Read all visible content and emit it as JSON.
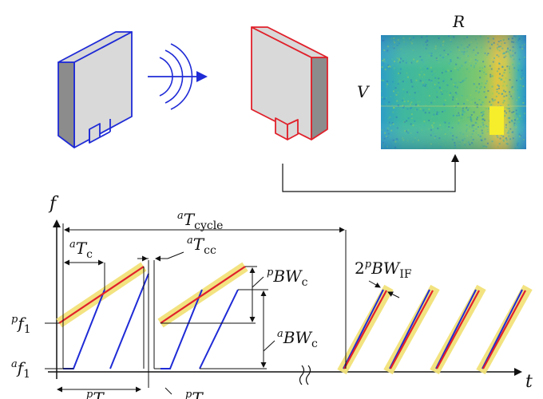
{
  "colors": {
    "transmitter": "#1f2bd6",
    "receiver": "#e0212b",
    "box_fill": "#d9d9d9",
    "ramp_blue": "#1f2bd6",
    "ramp_red": "#e0212b",
    "highlight": "#f2e27a",
    "axis": "#111111"
  },
  "rd_map": {
    "range_label": "R",
    "velocity_label": "V"
  },
  "axes": {
    "freq_label": "f",
    "time_label": "t"
  },
  "labels": {
    "t_cycle_sup": "a",
    "t_cycle_main": "T",
    "t_cycle_sub": "cycle",
    "t_c_sup": "a",
    "t_c_main": "T",
    "t_c_sub": "c",
    "t_cc_sup": "a",
    "t_cc_main": "T",
    "t_cc_sub": "cc",
    "bw_c_p_sup": "p",
    "bw_c_p_main": "BW",
    "bw_c_p_sub": "c",
    "bw_c_a_sup": "a",
    "bw_c_a_main": "BW",
    "bw_c_a_sub": "c",
    "bw_if_coef": "2",
    "bw_if_sup": "p",
    "bw_if_main": "BW",
    "bw_if_sub": "IF",
    "pf1_sup": "p",
    "pf1_main": "f",
    "pf1_sub": "1",
    "af1_sup": "a",
    "af1_main": "f",
    "af1_sub": "1",
    "bottom_left_sup": "p",
    "bottom_left_main": "T",
    "bottom_right_sup": "p",
    "bottom_right_main": "T"
  }
}
